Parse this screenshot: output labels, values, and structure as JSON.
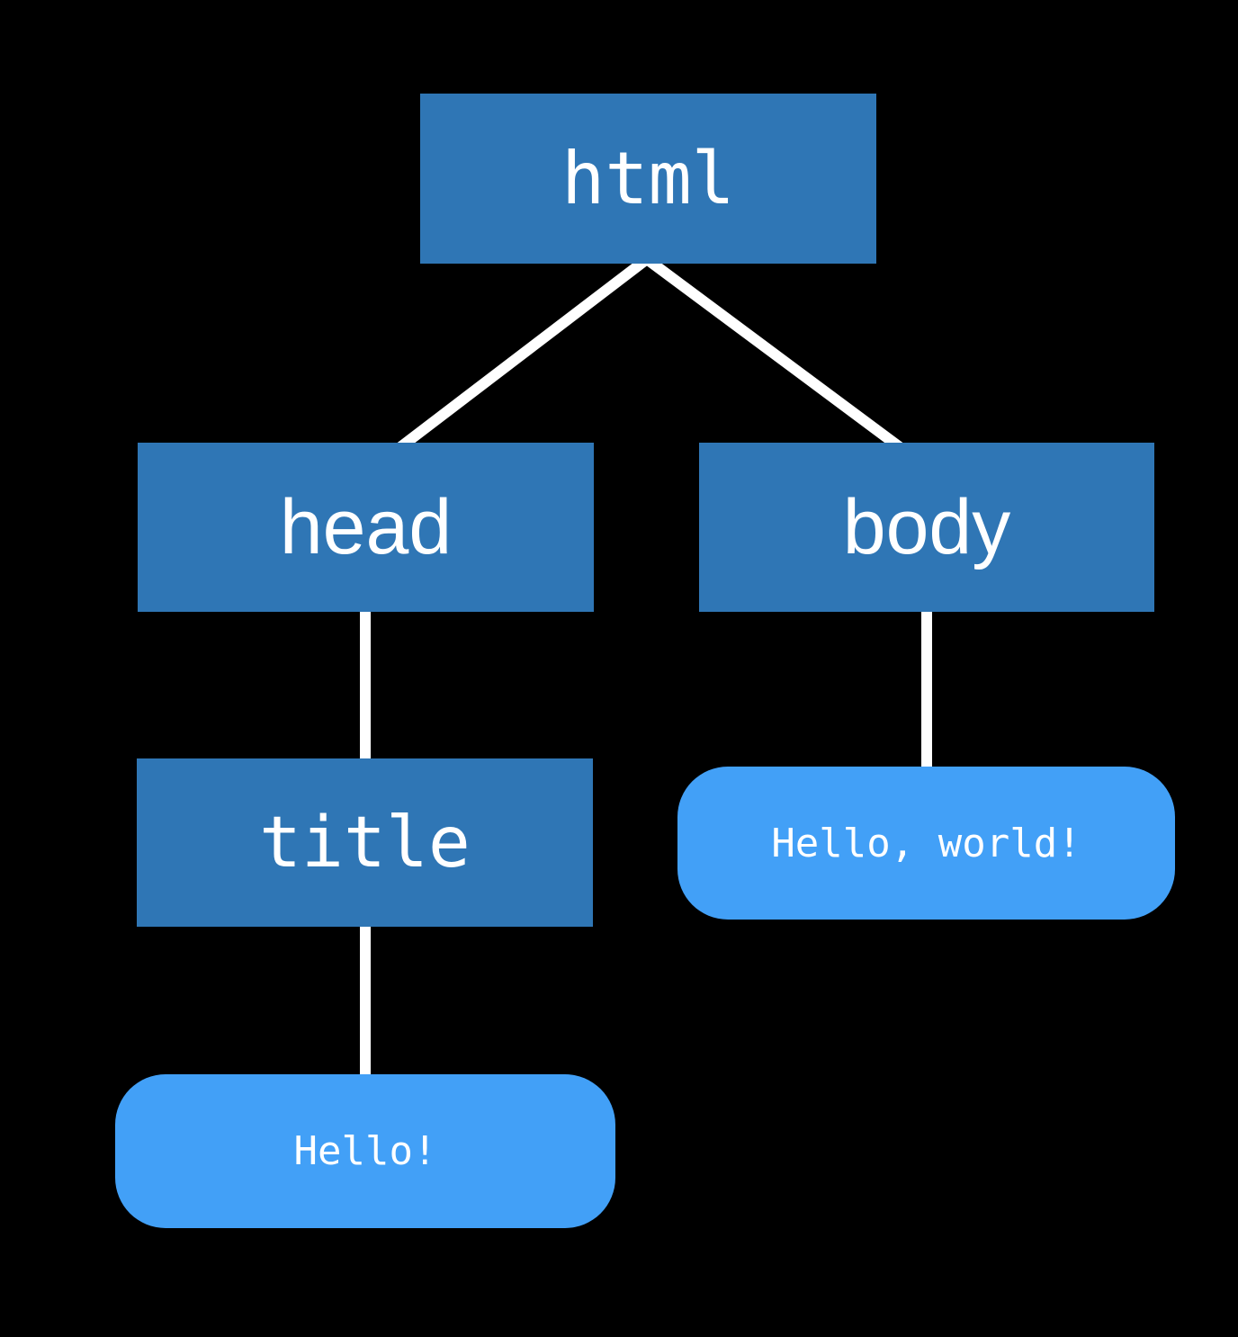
{
  "diagram": {
    "kind": "dom-tree",
    "description": "HTML document tree with element nodes and text nodes"
  },
  "nodes": {
    "html": {
      "label": "html",
      "node_type": "element"
    },
    "head": {
      "label": "head",
      "node_type": "element"
    },
    "body": {
      "label": "body",
      "node_type": "element"
    },
    "title": {
      "label": "title",
      "node_type": "element"
    },
    "hello": {
      "label": "Hello!",
      "node_type": "text"
    },
    "hello_world": {
      "label": "Hello, world!",
      "node_type": "text"
    }
  },
  "edges": [
    {
      "from": "html",
      "to": "head"
    },
    {
      "from": "html",
      "to": "body"
    },
    {
      "from": "head",
      "to": "title"
    },
    {
      "from": "title",
      "to": "hello"
    },
    {
      "from": "body",
      "to": "hello_world"
    }
  ],
  "colors": {
    "background": "#000000",
    "element_box": "#2F76B5",
    "text_node_box": "#42A0F7",
    "connector": "#FFFFFF",
    "label_text": "#FFFFFF"
  }
}
